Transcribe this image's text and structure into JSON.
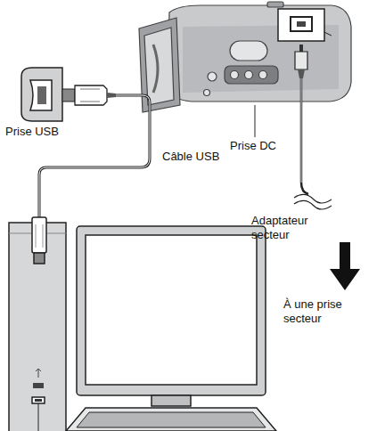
{
  "diagram": {
    "labels": [
      "Prise DC",
      "Prise USB",
      "Câble USB",
      "Adaptateur secteur",
      "À une prise secteur"
    ]
  }
}
